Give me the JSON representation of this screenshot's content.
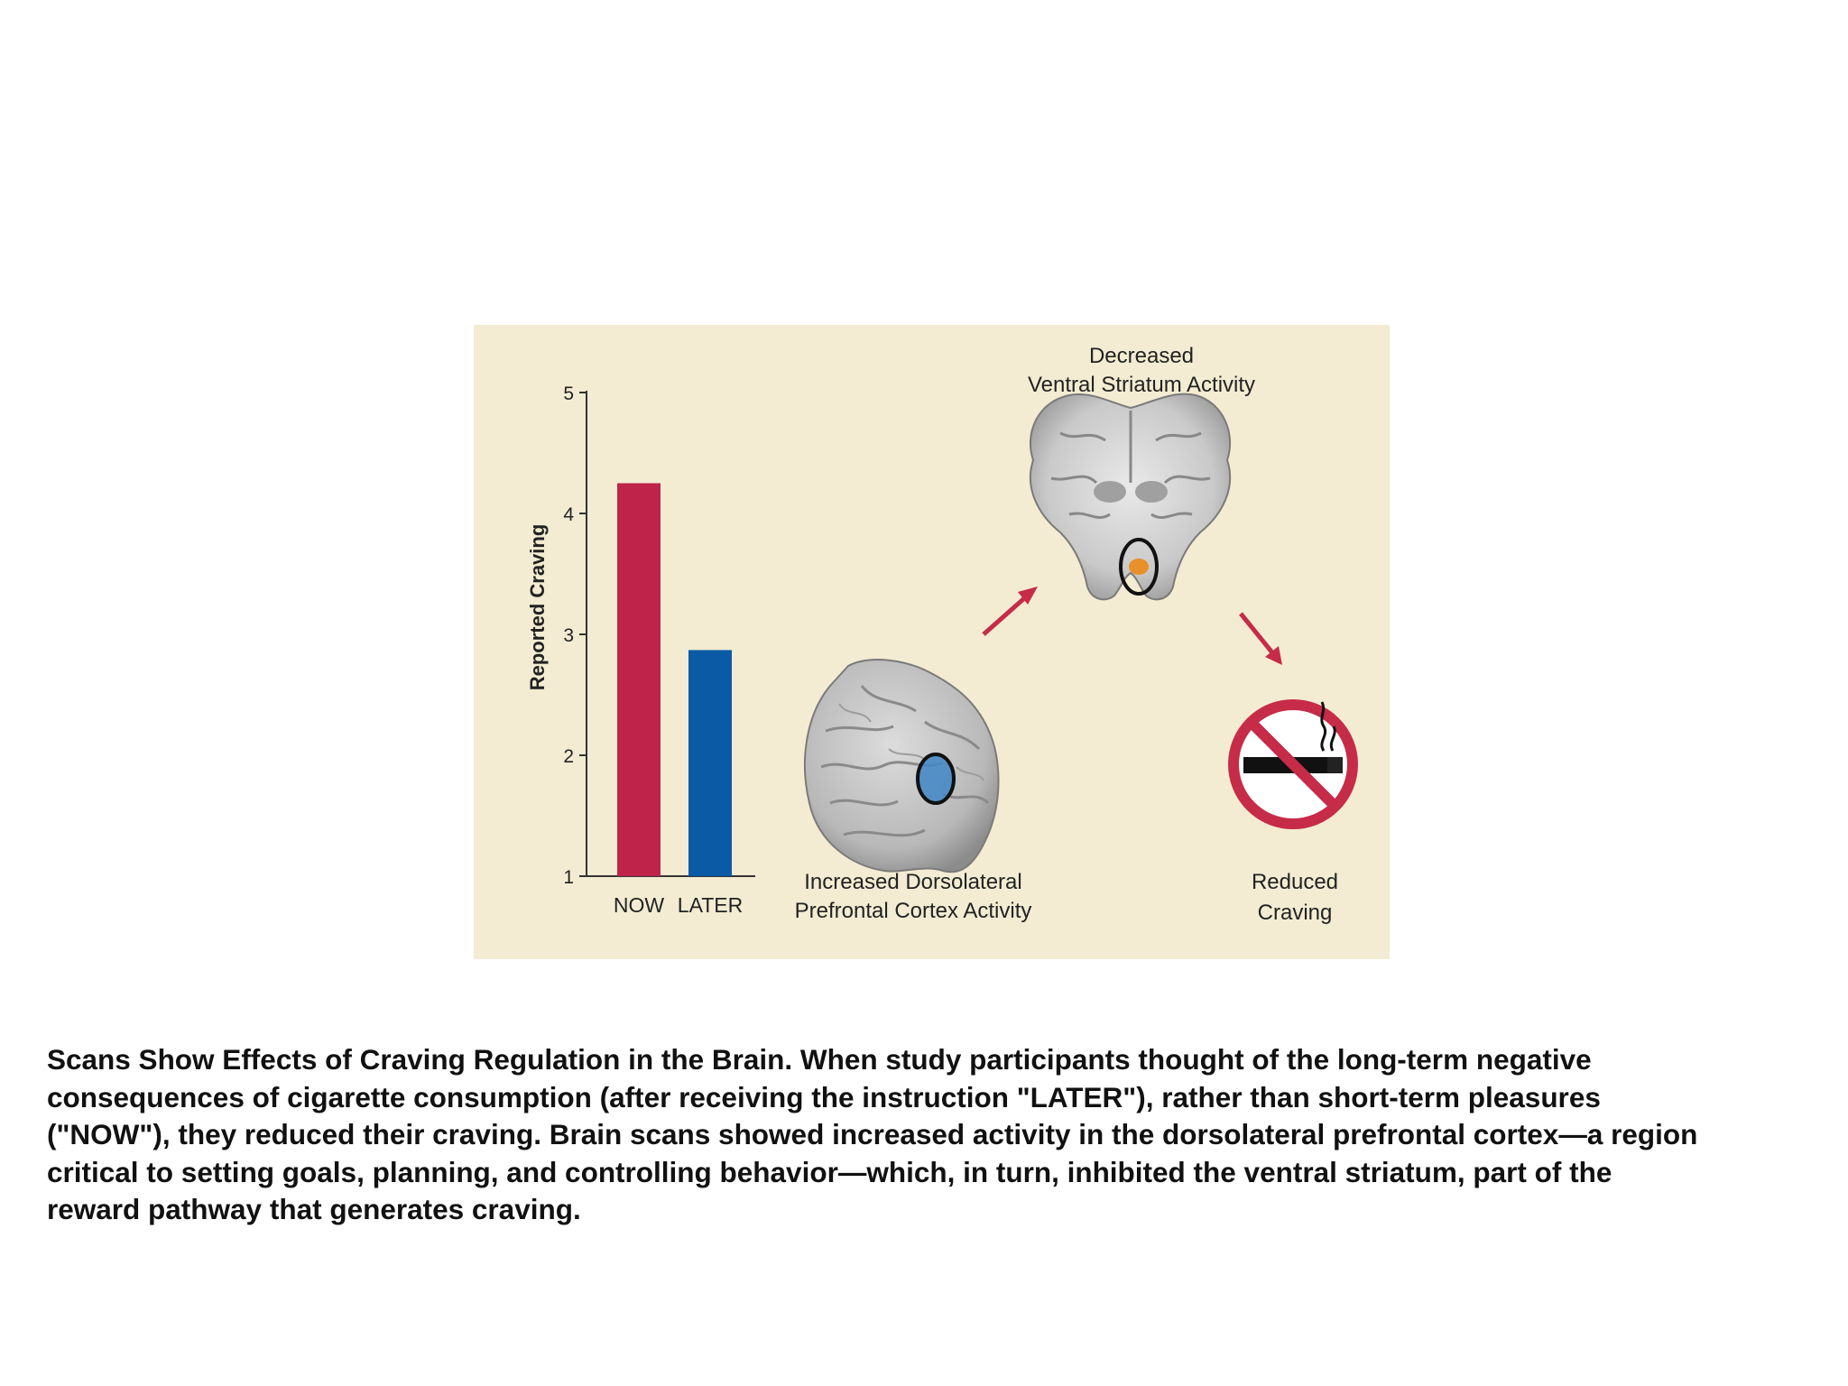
{
  "figure": {
    "background_color": "#f3ecd2",
    "chart_data": {
      "type": "bar",
      "categories": [
        "NOW",
        "LATER"
      ],
      "values": [
        4.25,
        2.87
      ],
      "colors": [
        "#c0234a",
        "#0b5aa6"
      ],
      "ylabel": "Reported Craving",
      "ylim": [
        1,
        5
      ],
      "yticks": [
        "1",
        "2",
        "3",
        "4",
        "5"
      ],
      "grid": false
    },
    "labels": {
      "striatum": [
        "Decreased",
        "Ventral Striatum Activity"
      ],
      "cortex": [
        "Increased Dorsolateral",
        "Prefrontal Cortex Activity"
      ],
      "craving": [
        "Reduced",
        "Craving"
      ]
    },
    "icons": {
      "brain_coronal": "brain-coronal-icon",
      "brain_lateral": "brain-lateral-icon",
      "no_smoking": "no-smoking-icon",
      "arrow": "arrow-icon"
    },
    "arrow_color": "#c62b48",
    "sign_color": "#c62b48"
  },
  "caption": {
    "lines": [
      "Scans Show Effects of Craving Regulation in the Brain. When study participants thought of the long-term negative",
      "consequences of cigarette consumption (after receiving the instruction \"LATER\"), rather than short-term pleasures",
      "(\"NOW\"), they reduced their craving. Brain scans showed increased activity in the dorsolateral prefrontal cortex—a region",
      "critical to setting goals, planning, and controlling behavior—which, in turn, inhibited the ventral striatum, part of the",
      "reward pathway that generates craving."
    ]
  }
}
